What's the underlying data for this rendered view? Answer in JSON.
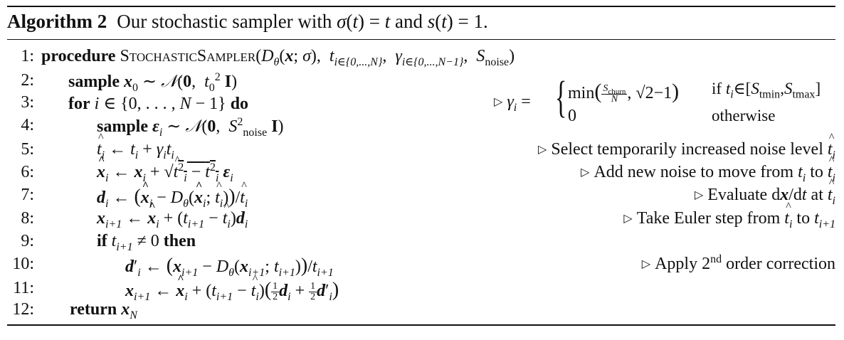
{
  "title": {
    "label": "Algorithm 2",
    "caption": "Our stochastic sampler with σ(t) = t and s(t) = 1."
  },
  "lines": [
    {
      "num": "1",
      "code": "procedure StochasticSampler(Dθ(x; σ), ti∈{0,...,N}, γi∈{0,...,N−1}, Snoise)"
    },
    {
      "num": "2",
      "code": "sample x0 ∼ 𝒩(0, t0² I)"
    },
    {
      "num": "3",
      "code": "for i ∈ {0, . . . , N − 1} do"
    },
    {
      "num": "4",
      "code": "sample εi ∼ 𝒩(0, S²noise I)"
    },
    {
      "num": "5",
      "code": "t̂i ← ti + γi ti",
      "comment": "Select temporarily increased noise level t̂i"
    },
    {
      "num": "6",
      "code": "x̂i ← xi + √(t̂i² − ti²) εi",
      "comment": "Add new noise to move from ti to t̂i"
    },
    {
      "num": "7",
      "code": "di ← (x̂i − Dθ(x̂i; t̂i))/t̂i",
      "comment": "Evaluate dx/dt at t̂i"
    },
    {
      "num": "8",
      "code": "xi+1 ← x̂i + (ti+1 − t̂i)di",
      "comment": "Take Euler step from t̂i to ti+1"
    },
    {
      "num": "9",
      "code": "if ti+1 ≠ 0 then"
    },
    {
      "num": "10",
      "code": "d′i ← (xi+1 − Dθ(xi+1; ti+1))/ti+1",
      "comment": "Apply 2nd order correction"
    },
    {
      "num": "11",
      "code": "xi+1 ← x̂i + (ti+1 − t̂i)(½di + ½d′i)"
    },
    {
      "num": "12",
      "code": "return xN"
    }
  ],
  "gamma_comment": {
    "lhs": "γi =",
    "case1_expr": "min(Schurn/N, √2−1)",
    "case1_cond": "if ti∈[Stmin,Stmax]",
    "case2_expr": "0",
    "case2_cond": "otherwise"
  }
}
